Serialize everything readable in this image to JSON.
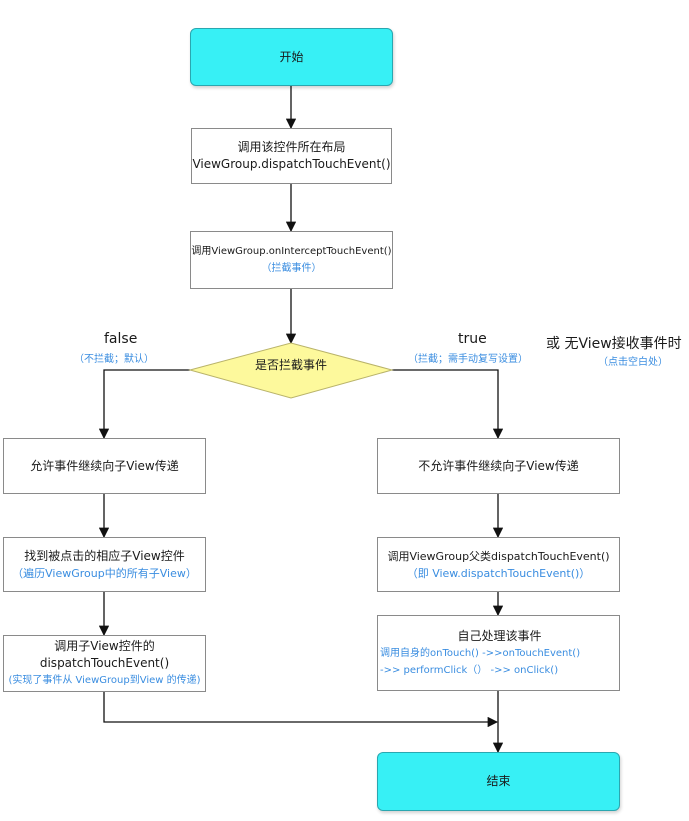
{
  "colors": {
    "terminal_fill": "#37f0f5",
    "decision_fill": "#fdf99c",
    "note_blue": "#3a8de0",
    "line": "#111111"
  },
  "nodes": {
    "start": "开始",
    "step1": {
      "line1": "调用该控件所在布局",
      "line2": "ViewGroup.dispatchTouchEvent()"
    },
    "step2": {
      "line1": "调用ViewGroup.onInterceptTouchEvent()",
      "note": "（拦截事件）"
    },
    "decision": "是否拦截事件",
    "left1": "允许事件继续向子View传递",
    "left2": {
      "line1": "找到被点击的相应子View控件",
      "note": "（遍历ViewGroup中的所有子View）"
    },
    "left3": {
      "line1": "调用子View控件的",
      "line2": "dispatchTouchEvent()",
      "note": "(实现了事件从 ViewGroup到View 的传递)"
    },
    "right1": "不允许事件继续向子View传递",
    "right2": {
      "line1": "调用ViewGroup父类dispatchTouchEvent()",
      "note": "（即 View.dispatchTouchEvent()）"
    },
    "right3": {
      "line1": "自己处理该事件",
      "note1": "调用自身的onTouch() ->>onTouchEvent()",
      "note2": "->> performClick（） ->> onClick()"
    },
    "end": "结束"
  },
  "branches": {
    "false_label": "false",
    "false_note": "（不拦截；默认）",
    "true_label": "true",
    "true_note": "（拦截；需手动复写设置）",
    "alt_label": "或  无View接收事件时",
    "alt_note": "（点击空白处）"
  }
}
